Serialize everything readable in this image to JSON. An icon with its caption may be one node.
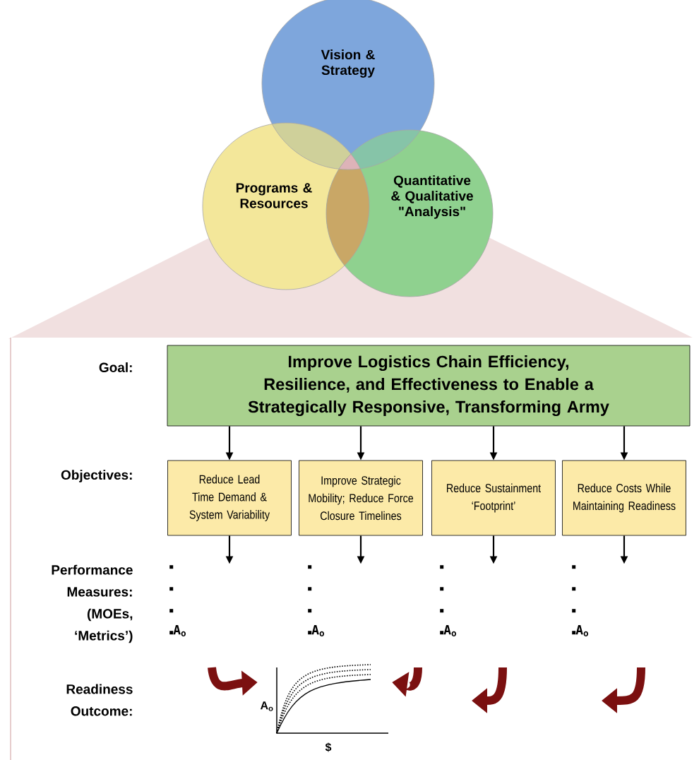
{
  "diagram": {
    "nodes": [
      {
        "text": [
          "Vision & Strategy"
        ]
      },
      {
        "text": [
          "Programs & Resources"
        ]
      },
      {
        "text": [
          "Quantitative & Qualitative \"Analysis\""
        ]
      },
      {
        "text": [
          "Improve Logistics Chain Efficiency, Resilience, and Effectiveness to Enable a Strategically Responsive, Transforming Army"
        ]
      },
      {
        "text": [
          "Reduce Lead Time Demand & System Variability"
        ]
      },
      {
        "text": [
          "Improve Strategic Mobility; Reduce Force Closure Timelines"
        ]
      },
      {
        "text": [
          "Reduce Sustainment ‘Footprint’"
        ]
      },
      {
        "text": [
          "Reduce Costs While Maintaining Readiness"
        ]
      },
      {
        "text": [
          "A$_{o}$"
        ]
      },
      {
        "text": [
          "A$_{o}$"
        ]
      },
      {
        "text": [
          "A$_{o}$"
        ]
      },
      {
        "text": [
          "A$_{o}$"
        ]
      },
      {
        "text": [],
        "shape": "picture",
        "beside": [
          "A$_{o}$",
          "$"
        ]
      }
    ],
    "edges": [
      {
        "from": 3,
        "to": 4,
        "arrow": "to"
      },
      {
        "from": 3,
        "to": 5,
        "arrow": "to"
      },
      {
        "from": 3,
        "to": 6,
        "arrow": "to"
      },
      {
        "from": 3,
        "to": 7,
        "arrow": "to"
      },
      {
        "from": 4,
        "to": null,
        "arrow": "to"
      },
      {
        "from": 5,
        "to": null,
        "arrow": "to"
      },
      {
        "from": 6,
        "to": null,
        "arrow": "to"
      },
      {
        "from": 7,
        "to": null,
        "arrow": "to"
      },
      {
        "from": null,
        "to": 12,
        "arrow": "to",
        "style": "thick",
        "color": "#7b1010"
      },
      {
        "from": null,
        "to": 12,
        "arrow": "to",
        "style": "thick",
        "color": "#7b1010"
      }
    ],
    "labels": [
      "Goal:",
      "Objectives:",
      "Performance Measures: (MOEs, ‘Metrics’)",
      "Readiness Outcome:"
    ]
  }
}
